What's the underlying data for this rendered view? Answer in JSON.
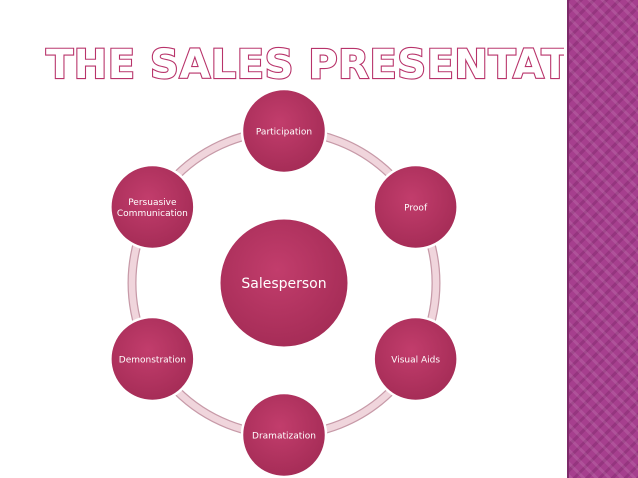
{
  "slide": {
    "title": "THE SALES PRESENTATION MIX"
  },
  "diagram": {
    "center": {
      "label": "Salesperson"
    },
    "nodes": [
      {
        "id": "participation",
        "lines": [
          "Participation"
        ]
      },
      {
        "id": "proof",
        "lines": [
          "Proof"
        ]
      },
      {
        "id": "visual-aids",
        "lines": [
          "Visual Aids"
        ]
      },
      {
        "id": "dramatization",
        "lines": [
          "Dramatization"
        ]
      },
      {
        "id": "demonstration",
        "lines": [
          "Demonstration"
        ]
      },
      {
        "id": "persuasive-communication",
        "lines": [
          "Persuasive",
          "Communication"
        ]
      }
    ]
  },
  "colors": {
    "node_fill": "#b2335f",
    "node_stroke": "#ffffff",
    "ring": "#f0d5dc",
    "ring_edge": "#c79aa8",
    "title_outline": "#b8336a",
    "sidebar": "#a63f8e"
  }
}
